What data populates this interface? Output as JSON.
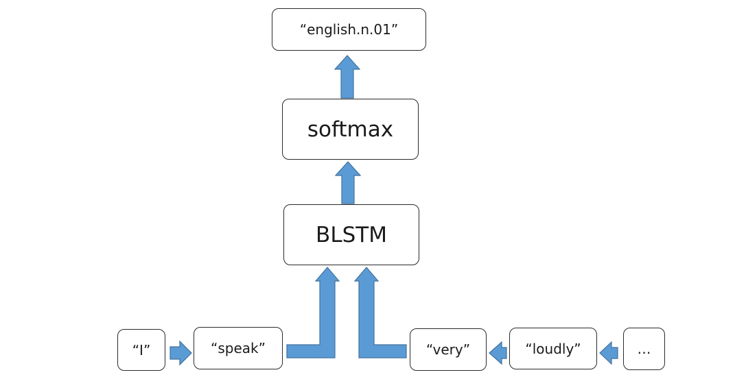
{
  "nodes": {
    "output_label": "“english.n.01”",
    "softmax": "softmax",
    "blstm": "BLSTM",
    "inputs": [
      "“I”",
      "“speak”",
      "“very”",
      "“loudly”",
      "…"
    ]
  },
  "colors": {
    "arrow_fill": "#5b9bd5",
    "arrow_stroke": "#41719c",
    "box_border": "#2a2a2a"
  }
}
